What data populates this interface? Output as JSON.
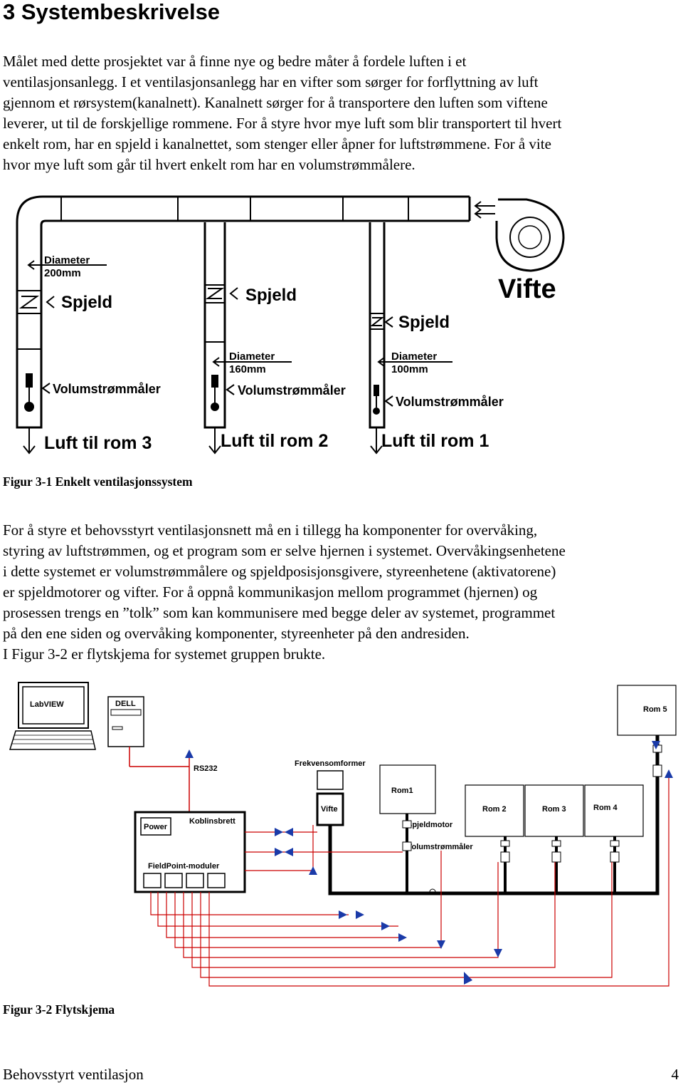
{
  "heading": "3  Systembeskrivelse",
  "intro_lines": [
    "Målet med dette prosjektet var å finne nye og bedre måter å fordele luften i et",
    "ventilasjonsanlegg. I et ventilasjonsanlegg har en vifter som sørger for forflyttning av luft",
    "gjennom et rørsystem(kanalnett). Kanalnett sørger for å transportere den luften som viftene",
    "leverer, ut til de forskjellige rommene. For å styre hvor mye luft som blir transportert til hvert",
    "enkelt rom, har en spjeld i kanalnettet, som stenger eller åpner for luftstrømmene. For å vite",
    "hvor mye luft som går til hvert enkelt rom har en volumstrømmålere."
  ],
  "figure1": {
    "caption": "Figur 3-1 Enkelt ventilasjonssystem",
    "fan_label": "Vifte",
    "diameter_label": "Diameter",
    "d200": "200mm",
    "d160": "160mm",
    "d100": "100mm",
    "damper_label": "Spjeld",
    "meter_label": "Volumstrømmåler",
    "room3": "Luft til rom 3",
    "room2": "Luft til rom 2",
    "room1": "Luft til rom 1"
  },
  "body_lines": [
    "For å styre et behovsstyrt ventilasjonsnett må en i tillegg ha komponenter for overvåking,",
    "styring av luftstrømmen, og et program som er selve hjernen i systemet. Overvåkingsenhetene",
    "i dette systemet er volumstrømmålere og spjeldposisjonsgivere, styreenhetene (aktivatorene)",
    "er spjeldmotorer og vifter. For å oppnå kommunikasjon mellom programmet (hjernen) og",
    "prosessen trengs en ”tolk” som kan kommunisere med begge deler av systemet, programmet",
    "på den ene siden og overvåking komponenter, styreenheter på den andresiden.",
    "I Figur 3-2 er flytskjema for systemet gruppen brukte."
  ],
  "figure2": {
    "caption": "Figur 3-2 Flytskjema",
    "labview": "LabVIEW",
    "dell": "DELL",
    "rs232": "RS232",
    "frequency_converter": "Frekvensomformer",
    "fan": "Vifte",
    "power": "Power",
    "coupling_board": "Koblinsbrett",
    "fieldpoint": "FieldPoint-moduler",
    "rom1": "Rom1",
    "rom2": "Rom 2",
    "rom3": "Rom 3",
    "rom4": "Rom 4",
    "rom5": "Rom 5",
    "damper_motor": "Spjeldmotor",
    "flow_meter": "Volumstrømmåler"
  },
  "footer": {
    "title": "Behovsstyrt ventilasjon",
    "page": "4"
  }
}
